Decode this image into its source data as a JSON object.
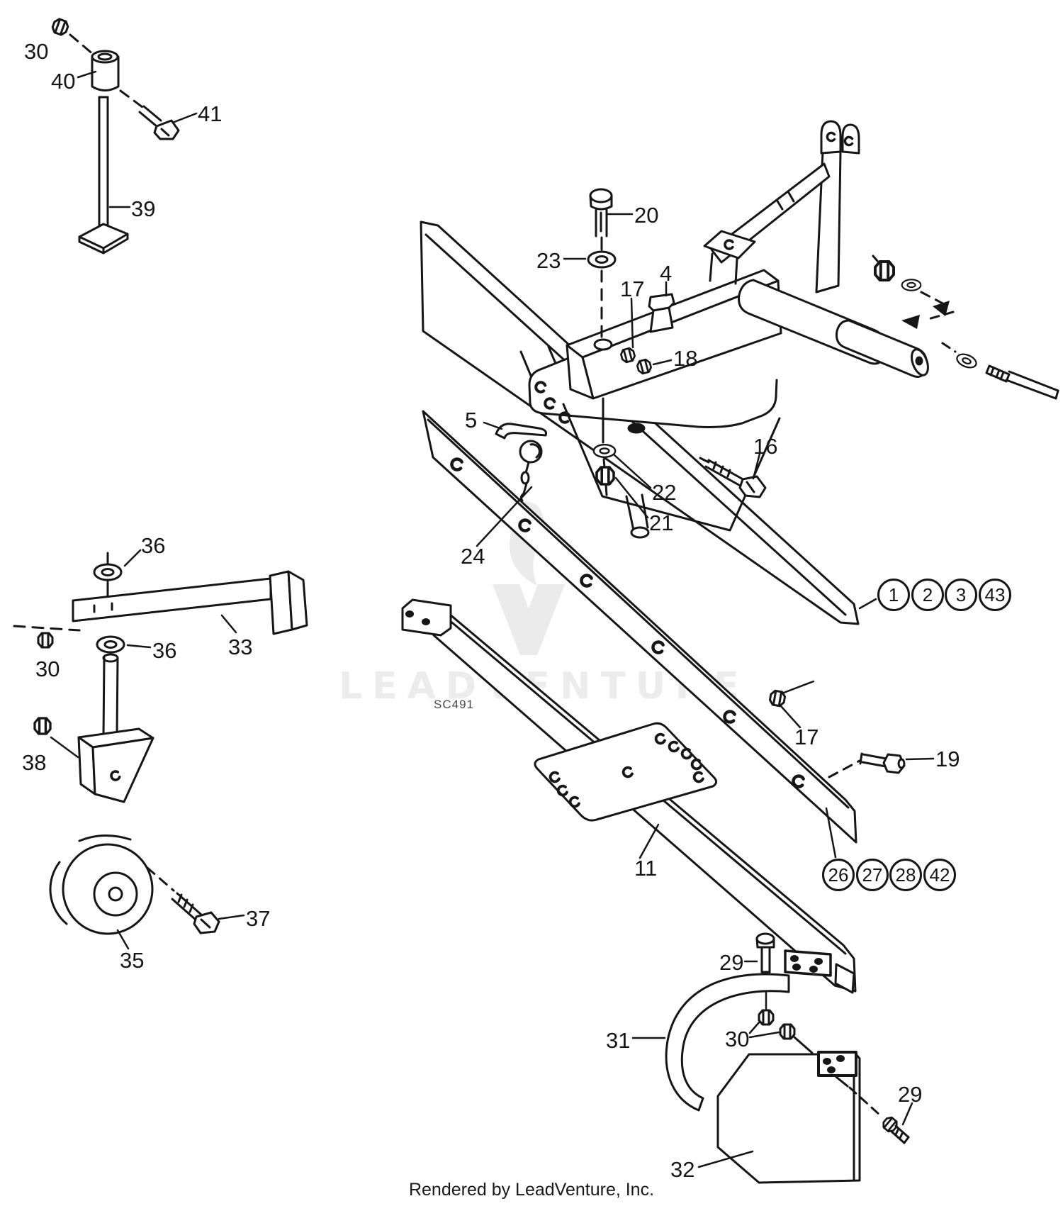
{
  "figure": {
    "drawing_code": "SC491",
    "footer": "Rendered by LeadVenture, Inc.",
    "watermark": "LEADVENTURE"
  },
  "callouts": [
    {
      "label": "30"
    },
    {
      "label": "40"
    },
    {
      "label": "41"
    },
    {
      "label": "39"
    },
    {
      "label": "36"
    },
    {
      "label": "33"
    },
    {
      "label": "36"
    },
    {
      "label": "30"
    },
    {
      "label": "38"
    },
    {
      "label": "35"
    },
    {
      "label": "37"
    },
    {
      "label": "20"
    },
    {
      "label": "23"
    },
    {
      "label": "4"
    },
    {
      "label": "17"
    },
    {
      "label": "18"
    },
    {
      "label": "5"
    },
    {
      "label": "24"
    },
    {
      "label": "22"
    },
    {
      "label": "21"
    },
    {
      "label": "16"
    },
    {
      "label": "17"
    },
    {
      "label": "19"
    },
    {
      "label": "11"
    },
    {
      "label": "29"
    },
    {
      "label": "31"
    },
    {
      "label": "30"
    },
    {
      "label": "32"
    },
    {
      "label": "29"
    }
  ],
  "balloons": [
    {
      "label": "1"
    },
    {
      "label": "2"
    },
    {
      "label": "3"
    },
    {
      "label": "43"
    },
    {
      "label": "26"
    },
    {
      "label": "27"
    },
    {
      "label": "28"
    },
    {
      "label": "42"
    }
  ]
}
